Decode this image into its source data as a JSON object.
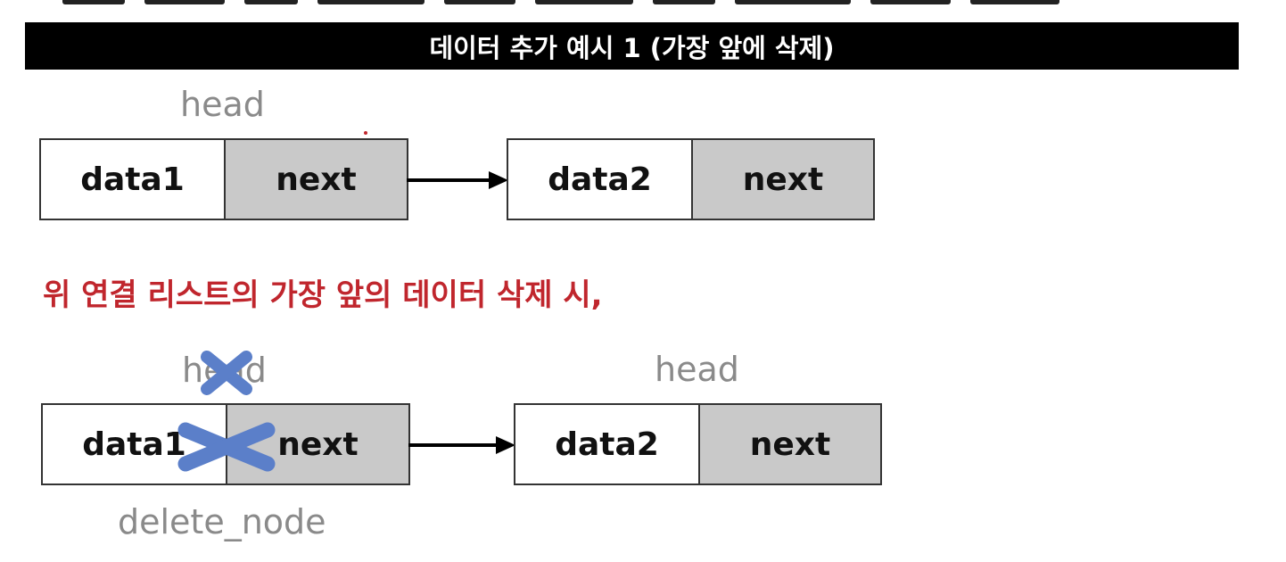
{
  "slide": {
    "title": "데이터 추가 예시 1 (가장 앞에 삭제)"
  },
  "top_diagram": {
    "head_label": "head",
    "node1": {
      "data": "data1",
      "next": "next"
    },
    "node2": {
      "data": "data2",
      "next": "next"
    }
  },
  "caption": "위 연결 리스트의 가장 앞의 데이터  삭제 시,",
  "bottom_diagram": {
    "old_head_label": "head",
    "new_head_label": "head",
    "node1": {
      "data": "data1",
      "next": "next"
    },
    "node2": {
      "data": "data2",
      "next": "next"
    },
    "delete_label": "delete_node"
  },
  "colors": {
    "title_bg": "#000000",
    "caption": "#c0262d",
    "next_cell": "#c9c9c9",
    "label_gray": "#8a8a8a",
    "x_mark": "#5b7fc9"
  },
  "icons": [
    "arrow-right-icon",
    "x-mark-icon"
  ]
}
